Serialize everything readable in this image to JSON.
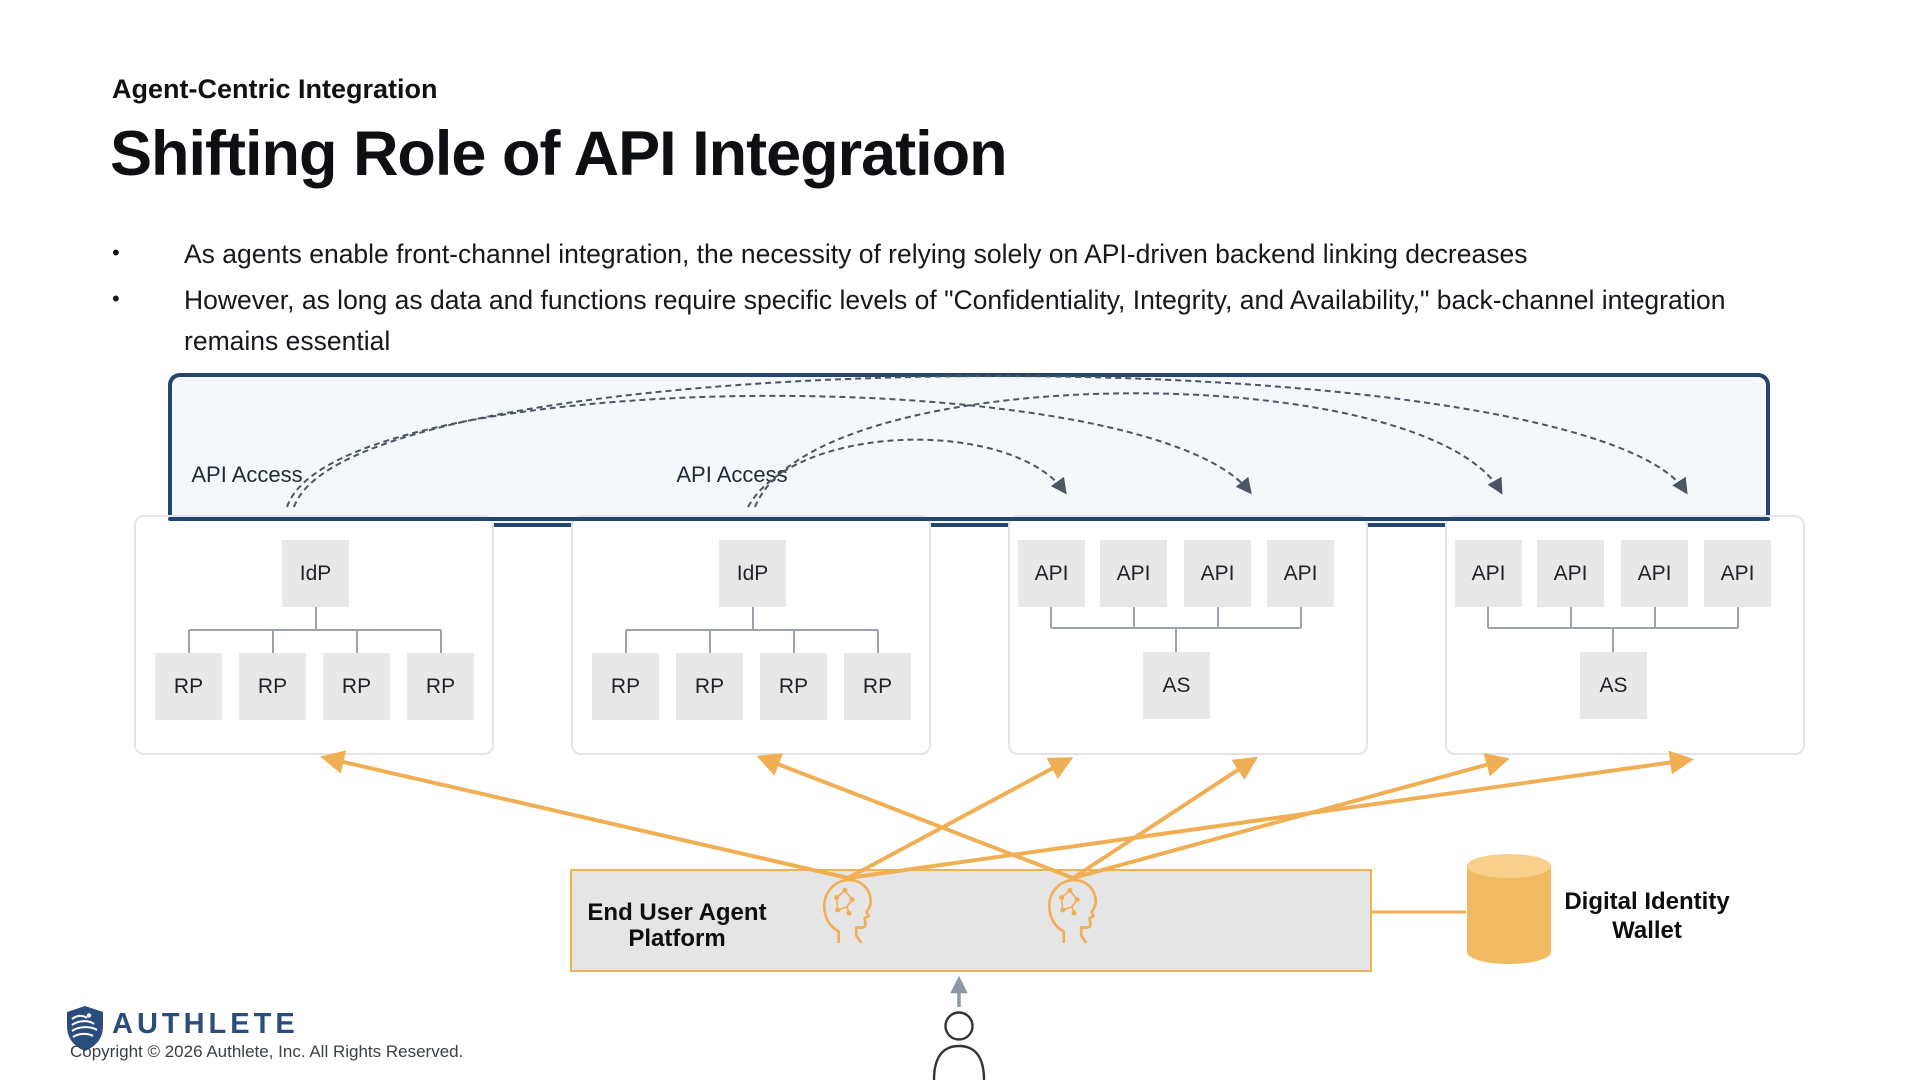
{
  "slide": {
    "kicker": "Agent-Centric Integration",
    "title": "Shifting Role of API Integration",
    "bullet_glyph": "•",
    "bullets": [
      "As agents enable front-channel integration, the necessity of relying solely on API-driven backend linking decreases",
      "However, as long as data and functions require specific levels of \"Confidentiality, Integrity, and Availability,\" back-channel integration remains essential"
    ]
  },
  "diagram": {
    "api_access_labels": [
      "API Access",
      "API Access"
    ],
    "groups": [
      {
        "type": "idp",
        "root": "IdP",
        "children": [
          "RP",
          "RP",
          "RP",
          "RP"
        ]
      },
      {
        "type": "idp",
        "root": "IdP",
        "children": [
          "RP",
          "RP",
          "RP",
          "RP"
        ]
      },
      {
        "type": "api",
        "root": "AS",
        "children": [
          "API",
          "API",
          "API",
          "API"
        ]
      },
      {
        "type": "api",
        "root": "AS",
        "children": [
          "API",
          "API",
          "API",
          "API"
        ]
      }
    ],
    "platform": {
      "label": "End User Agent Platform"
    },
    "wallet": {
      "label": "Digital Identity Wallet"
    },
    "colors": {
      "navy": "#24466E",
      "accent_orange": "#F0AF54",
      "arc_gray": "#4B5563",
      "node_gray": "#E8E8E8",
      "frame_fill": "#F5F8FB"
    }
  },
  "footer": {
    "brand": "AUTHLETE",
    "copyright": "Copyright © 2026 Authlete, Inc. All Rights Reserved."
  }
}
